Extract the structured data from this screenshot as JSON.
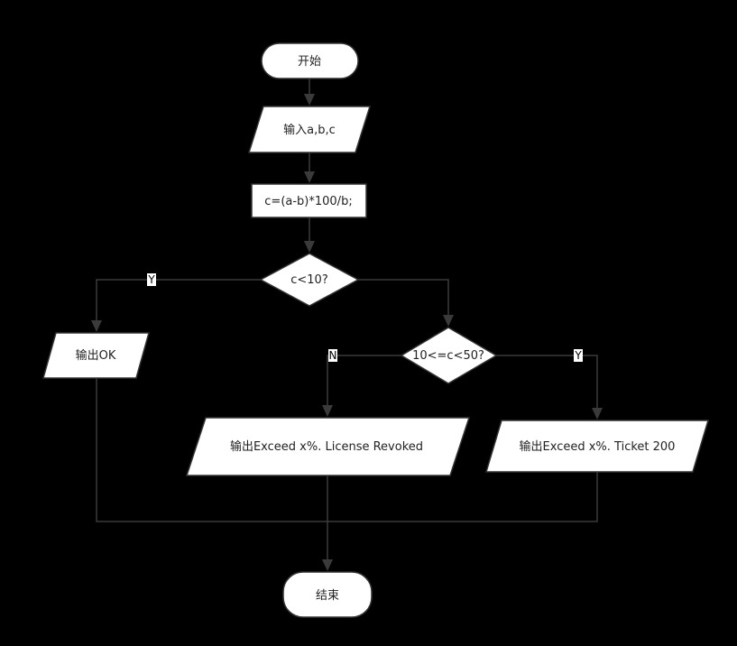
{
  "nodes": {
    "start": "开始",
    "input": "输入a,b,c",
    "compute": "c=(a-b)*100/b;",
    "cond1": "c<10?",
    "out_ok": "输出OK",
    "cond2": "10<=c<50?",
    "out_revoked": "输出Exceed x%. License Revoked",
    "out_ticket": "输出Exceed x%. Ticket 200",
    "end": "结束"
  },
  "edge_labels": {
    "cond1_yes": "Y",
    "cond2_no": "N",
    "cond2_yes": "Y"
  },
  "colors": {
    "background": "#000000",
    "node_fill": "#ffffff",
    "stroke": "#333333",
    "edge": "#3a3a3a"
  }
}
